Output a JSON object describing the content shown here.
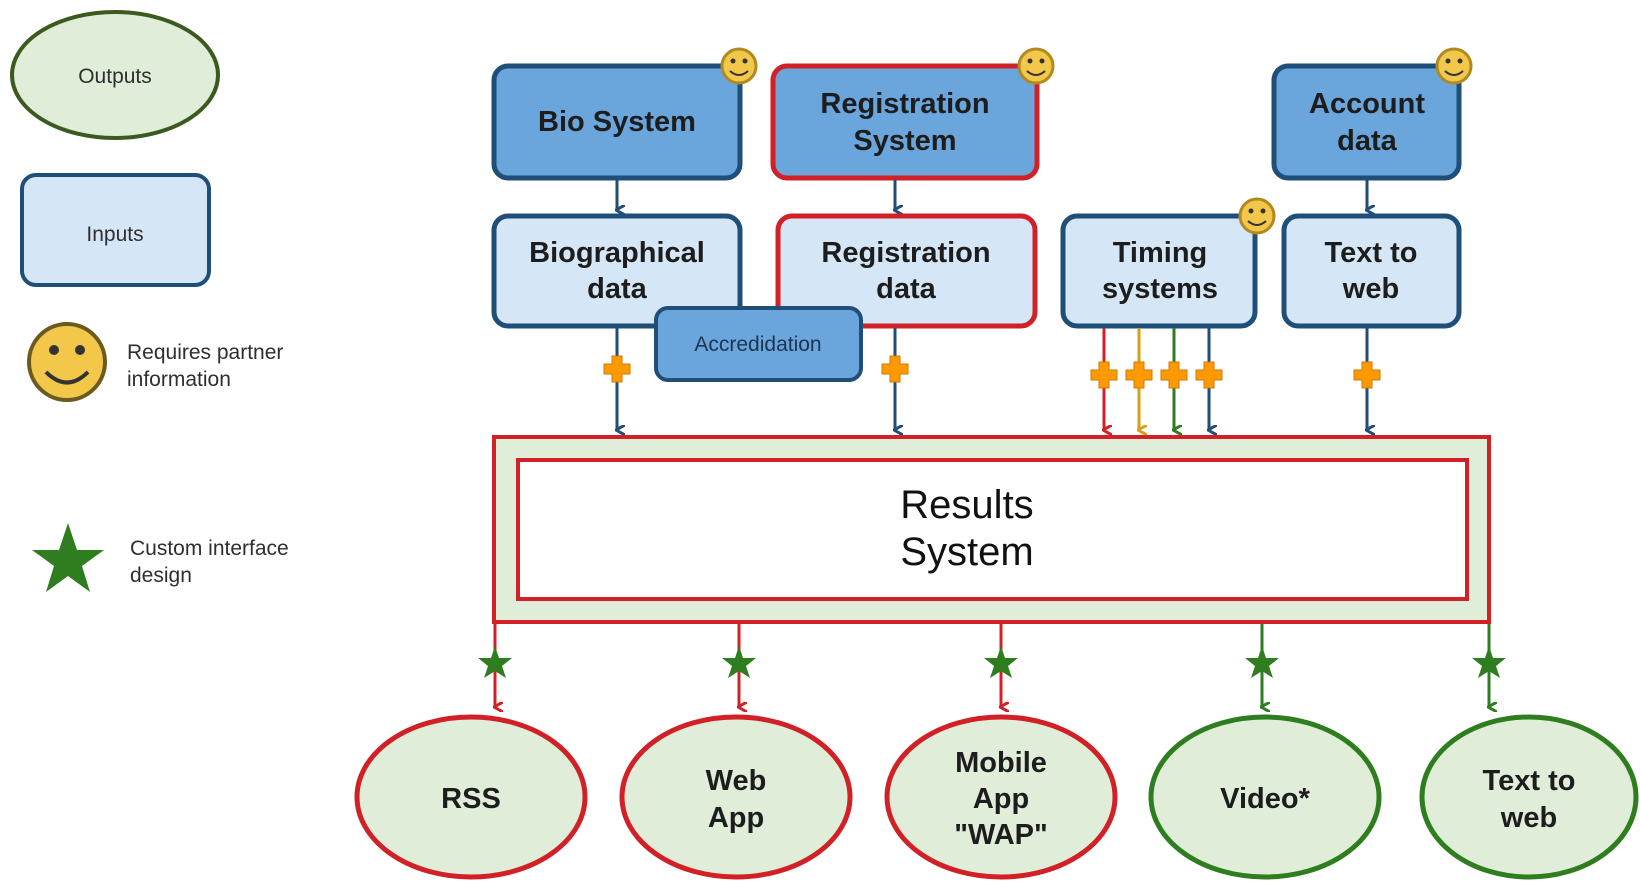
{
  "legend": {
    "outputs_label": "Outputs",
    "inputs_label": "Inputs",
    "partner_label": [
      "Requires partner",
      "information"
    ],
    "custom_label": [
      "Custom interface",
      "design"
    ]
  },
  "sources": {
    "bio_system": [
      "Bio System"
    ],
    "registration_system": [
      "Registration",
      "System"
    ],
    "account_data": [
      "Account",
      "data"
    ]
  },
  "inputs": {
    "biographical_data": [
      "Biographical",
      "data"
    ],
    "registration_data": [
      "Registration",
      "data"
    ],
    "timing_systems": [
      "Timing",
      "systems"
    ],
    "text_to_web_input": [
      "Text to",
      "web"
    ]
  },
  "accreditation_label": "Accredidation",
  "results": [
    "Results",
    "System"
  ],
  "outputs": {
    "rss": [
      "RSS"
    ],
    "web_app": [
      "Web",
      "App"
    ],
    "mobile_app": [
      "Mobile",
      "App",
      "\"WAP\""
    ],
    "video": [
      "Video*"
    ],
    "text_to_web_output": [
      "Text to",
      "web"
    ]
  },
  "colors": {
    "dark_blue_fill": "#6aa5dc",
    "light_blue_fill": "#d5e6f6",
    "blue_stroke": "#1f4e79",
    "red": "#d22027",
    "green": "#2e7d1f",
    "green_fill": "#e0edd8",
    "orange": "#ff9900",
    "yellow": "#d4a017",
    "smiley": "#f2c74a"
  }
}
